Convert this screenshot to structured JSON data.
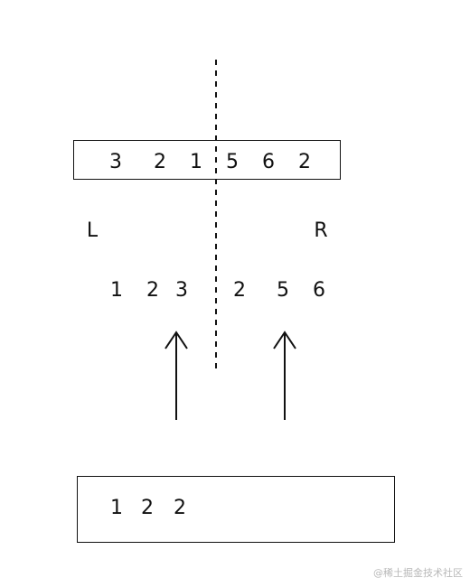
{
  "diagram": {
    "top_array": [
      "3",
      "2",
      "1",
      "5",
      "6",
      "2"
    ],
    "left_label": "L",
    "right_label": "R",
    "left_sorted": [
      "1",
      "2",
      "3"
    ],
    "right_sorted": [
      "2",
      "5",
      "6"
    ],
    "result_array": [
      "1",
      "2",
      "2"
    ]
  },
  "watermark": "@稀土掘金技术社区",
  "colors": {
    "stroke": "#111111",
    "background": "#ffffff",
    "watermark": "#b8b8b8"
  },
  "icons": {
    "pointer": "up-arrow-icon",
    "divider": "dashed-line"
  }
}
